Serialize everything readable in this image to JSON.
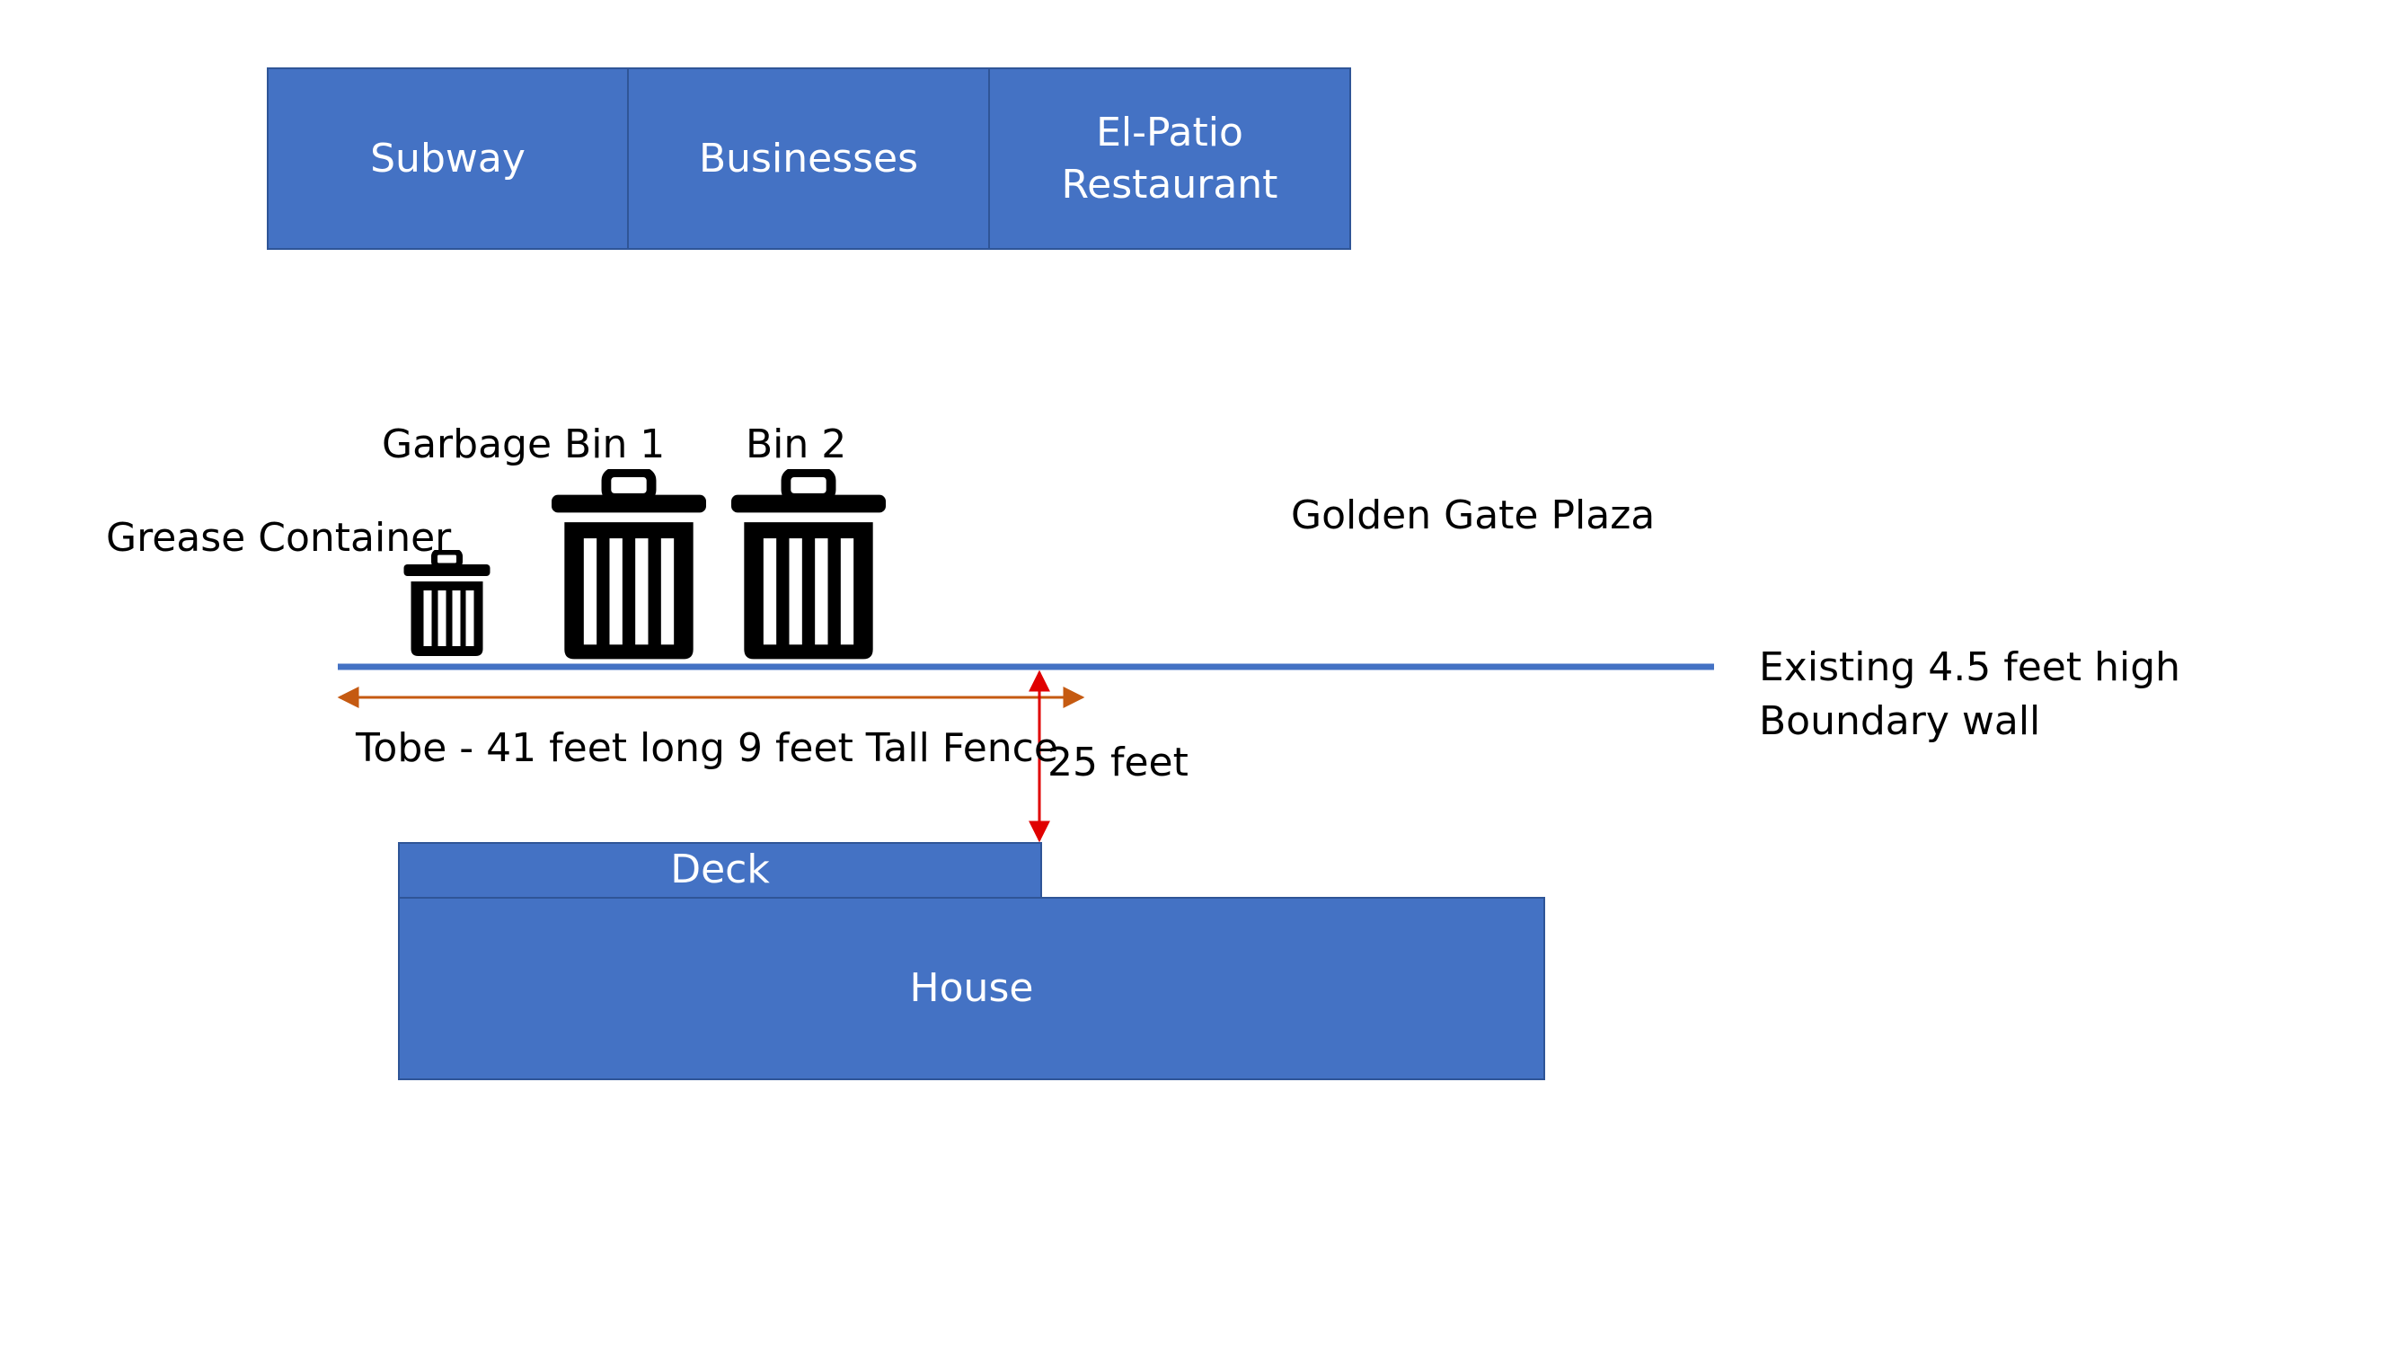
{
  "stores": [
    {
      "label": "Subway"
    },
    {
      "label": "Businesses"
    },
    {
      "label": "El-Patio\nRestaurant"
    }
  ],
  "labels": {
    "garbage_bin_1": "Garbage Bin 1",
    "bin_2": "Bin 2",
    "grease_container": "Grease Container",
    "plaza": "Golden Gate Plaza",
    "boundary_wall_line1": "Existing 4.5 feet high",
    "boundary_wall_line2": "Boundary wall",
    "fence": "Tobe - 41 feet long 9 feet Tall Fence",
    "distance": "25 feet"
  },
  "deck": {
    "label": "Deck"
  },
  "house": {
    "label": "House"
  },
  "icons": [
    "trash-can-icon",
    "trash-can-icon",
    "trash-can-icon"
  ],
  "colors": {
    "block_fill": "#4472C4",
    "block_border": "#2F5597",
    "wall_line": "#4472C4",
    "fence_arrow": "#C55A11",
    "distance_arrow": "#E00000"
  }
}
